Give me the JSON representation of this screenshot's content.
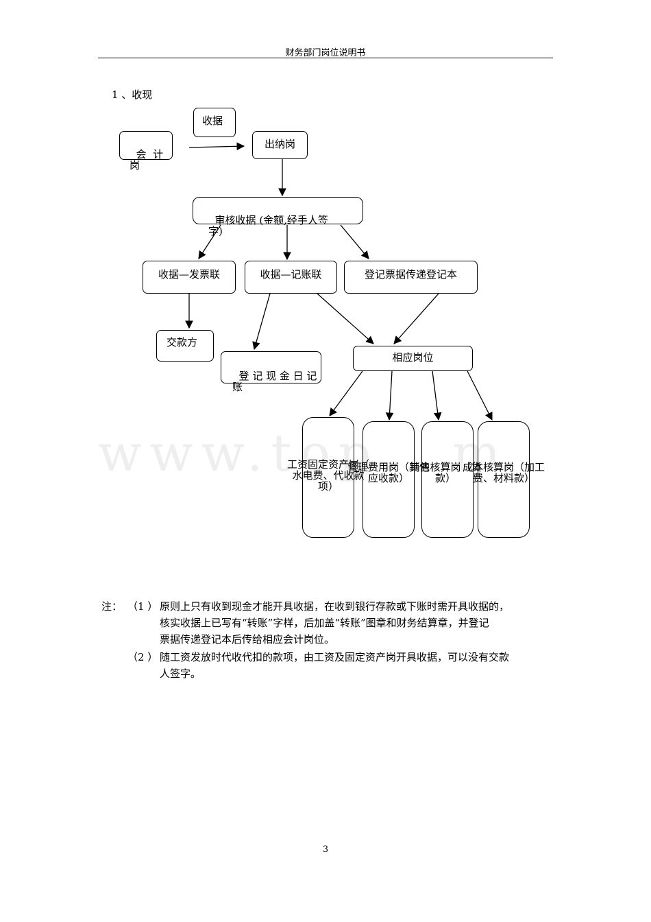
{
  "header": {
    "title": "财务部门岗位说明书"
  },
  "section": {
    "title": "1 、收现"
  },
  "diagram": {
    "receipt": "收据",
    "accountant": "会  计\n岗",
    "cashier": "出纳岗",
    "review": "审核收据 (金额,经手人签\n字)",
    "invoice_copy": "收据—发票联",
    "ledger_copy": "收据—记账联",
    "register_book": "登记票据传递登记本",
    "payer": "交款方",
    "cash_journal": "登 记 现 金 日 记\n账",
    "relevant_post": "相应岗位",
    "post_payroll": "工资固定资产岗（\n水电费、代收款\n项）",
    "post_expense": "管理费用岗（其他\n应收款）",
    "post_sales": "销售核算岗（货\n款）",
    "post_cost": "成本核算岗（加工\n费、材料款）"
  },
  "watermark": "www.top...m",
  "notes": {
    "label": "注：",
    "n1_num": "（1 ）",
    "n1_line1": "原则上只有收到现金才能开具收据，在收到银行存款或下账时需开具收据的，",
    "n1_line2": "核实收据上已写有“转账”字样，后加盖“转账”图章和财务结算章，并登记",
    "n1_line3": "票据传递登记本后传给相应会计岗位。",
    "n2_num": "（2 ）",
    "n2_line1": "随工资发放时代收代扣的款项，由工资及固定资产岗开具收据，可以没有交款",
    "n2_line2": "人签字。"
  },
  "footer": {
    "page_number": "3"
  }
}
